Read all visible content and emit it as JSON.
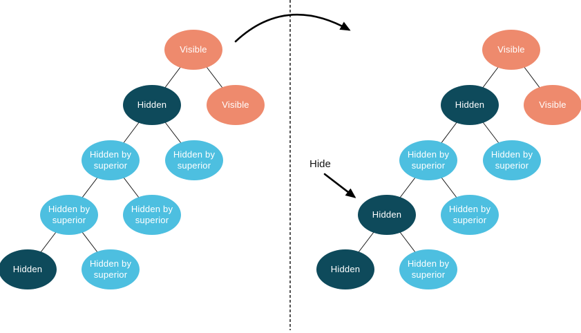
{
  "colors": {
    "visible_node": "#EE8A6D",
    "hidden_node": "#0E4A5B",
    "hidden_by_superior_node": "#4DBFE0",
    "node_text": "#FFFFFF",
    "edge_line": "#1A1A1A",
    "arrow": "#000000"
  },
  "annotations": {
    "hide_label": "Hide"
  },
  "trees": {
    "before": {
      "nodes": [
        {
          "label": "Visible",
          "type": "visible"
        },
        {
          "label": "Hidden",
          "type": "hidden"
        },
        {
          "label": "Visible",
          "type": "visible"
        },
        {
          "label": "Hidden by superior",
          "type": "hidden_by_superior"
        },
        {
          "label": "Hidden by superior",
          "type": "hidden_by_superior"
        },
        {
          "label": "Hidden by superior",
          "type": "hidden_by_superior"
        },
        {
          "label": "Hidden by superior",
          "type": "hidden_by_superior"
        },
        {
          "label": "Hidden",
          "type": "hidden"
        },
        {
          "label": "Hidden by superior",
          "type": "hidden_by_superior"
        }
      ]
    },
    "after": {
      "nodes": [
        {
          "label": "Visible",
          "type": "visible"
        },
        {
          "label": "Hidden",
          "type": "hidden"
        },
        {
          "label": "Visible",
          "type": "visible"
        },
        {
          "label": "Hidden by superior",
          "type": "hidden_by_superior"
        },
        {
          "label": "Hidden by superior",
          "type": "hidden_by_superior"
        },
        {
          "label": "Hidden",
          "type": "hidden"
        },
        {
          "label": "Hidden by superior",
          "type": "hidden_by_superior"
        },
        {
          "label": "Hidden",
          "type": "hidden"
        },
        {
          "label": "Hidden by superior",
          "type": "hidden_by_superior"
        }
      ]
    }
  }
}
